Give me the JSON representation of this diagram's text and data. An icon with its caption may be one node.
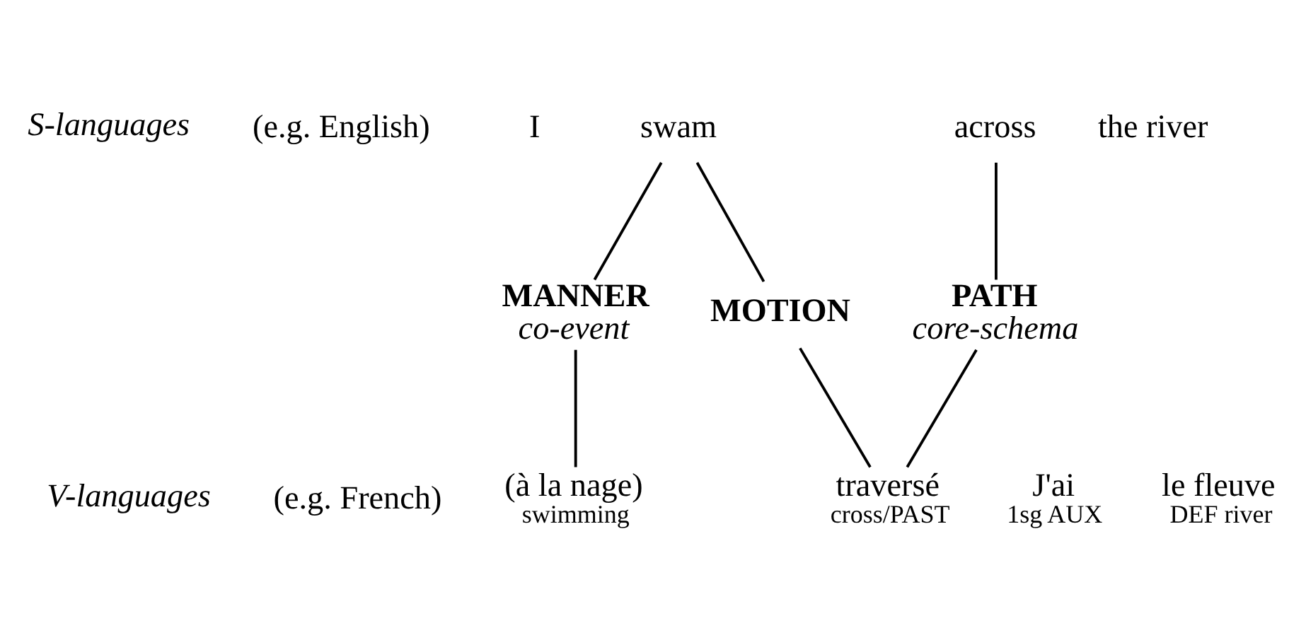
{
  "diagram": {
    "nodes": [
      {
        "text": [
          "I"
        ]
      },
      {
        "text": [
          "swam"
        ]
      },
      {
        "text": [
          "across"
        ]
      },
      {
        "text": [
          "the river"
        ]
      },
      {
        "text": [
          "MOTION"
        ]
      },
      {
        "text": [
          "MANNER",
          "co-event"
        ]
      },
      {
        "text": [
          "PATH",
          "core-schema"
        ]
      },
      {
        "text": [
          "J'ai"
        ],
        "beside": [
          "1sg AUX"
        ]
      },
      {
        "text": [
          "traversé"
        ],
        "beside": [
          "cross/PAST"
        ]
      },
      {
        "text": [
          "le fleuve"
        ],
        "beside": [
          "DEF river"
        ]
      },
      {
        "text": [
          "(à la nage)"
        ],
        "beside": [
          "swimming"
        ]
      }
    ],
    "edges": [
      {
        "from": 1,
        "to": 4,
        "arrow": "none"
      },
      {
        "from": 1,
        "to": 5,
        "arrow": "none"
      },
      {
        "from": 2,
        "to": 6,
        "arrow": "none"
      },
      {
        "from": 4,
        "to": 8,
        "arrow": "none"
      },
      {
        "from": 6,
        "to": 8,
        "arrow": "none"
      },
      {
        "from": 5,
        "to": 10,
        "arrow": "none"
      }
    ],
    "labels": [
      "S-languages",
      "(e.g. English)",
      "V-languages",
      "(e.g. French)"
    ]
  }
}
